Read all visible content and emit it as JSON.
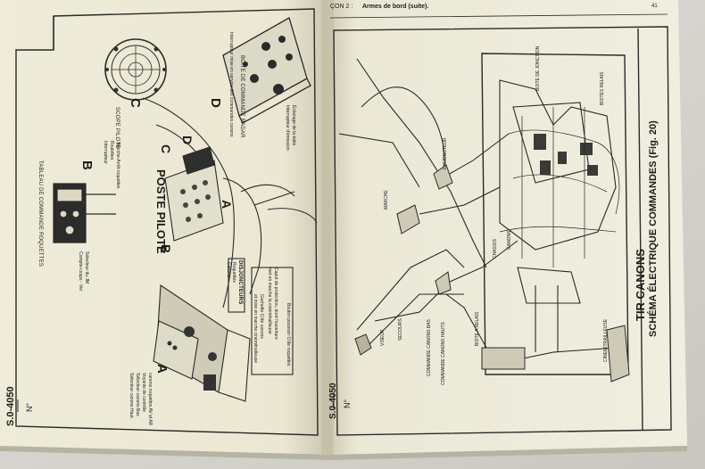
{
  "header": {
    "lesson": "ÇON 2 :",
    "section": "Armes de bord (suite).",
    "page_number": "41"
  },
  "left_page": {
    "code": "S.0-4050",
    "code_mark": "N°",
    "poste_pilote": "POSTE PILOTE",
    "scope": {
      "title": "SCOPE PILOTE",
      "letter": "C"
    },
    "tableau": {
      "title": "TABLEAU DE COMMANDE ROQUETTES",
      "letter": "B",
      "labels": [
        "Sélecteur du JM",
        "Compte-coups - Ver",
        "Roulettes",
        "Interrupteur",
        "Marche-Arrêt roquettes"
      ]
    },
    "boite_radar": {
      "title": "BOITE DE COMMANDE RADAR",
      "letter": "D",
      "label": "Interrupteur mise en service des commandes canons"
    },
    "selecteur": {
      "letter": "A",
      "labels": [
        "Sélecteur canons Haut",
        "Sélecteur canons Bas",
        "Voyants de contrôle",
        "canons roquettes AV et AR"
      ]
    },
    "dispositif": {
      "title": "DISJONCTEURS",
      "labels": [
        "Roquettes",
        "Canons"
      ]
    },
    "gachette": {
      "labels": [
        "Gachette C/de canons",
        "et mise en marche cinémitrailleuse"
      ]
    },
    "capot": {
      "labels": [
        "Capot de protection, dont l'ouverture",
        "met en marche la cinémitrailleuse"
      ]
    },
    "bouton": {
      "label": "Bouton poussoir C/de roquettes"
    },
    "interrupteur_emission": {
      "labels": [
        "Interrupteur d'émission",
        "Éclairage de la table"
      ]
    },
    "cockpit_letters": [
      "A",
      "B",
      "C",
      "D"
    ]
  },
  "right_page": {
    "code": "S.0-4050",
    "code_mark": "N°",
    "title": "TIR CANONS",
    "subtitle": "SCHÉMA ÉLECTRIQUE COMMANDES (Fig. 20)",
    "labels": {
      "boite_jonction": "BOITE DE JONCTION",
      "boites_relais": "BOITES RELAIS",
      "disjoncteur": "DISJONCTEUR",
      "marche": "MARCHE",
      "chassis": "CHASSIS",
      "canons": "CANONS",
      "viseur": "VISEUR",
      "secours": "SECOURS",
      "commande_bas": "COMMANDE CANONS BAS",
      "commande_hauts": "COMMANDE CANONS HAUTS",
      "boite_relais": "BOITE A RELAIS",
      "cinemitrailleuse": "CINEMITRAILLEUSE"
    }
  }
}
